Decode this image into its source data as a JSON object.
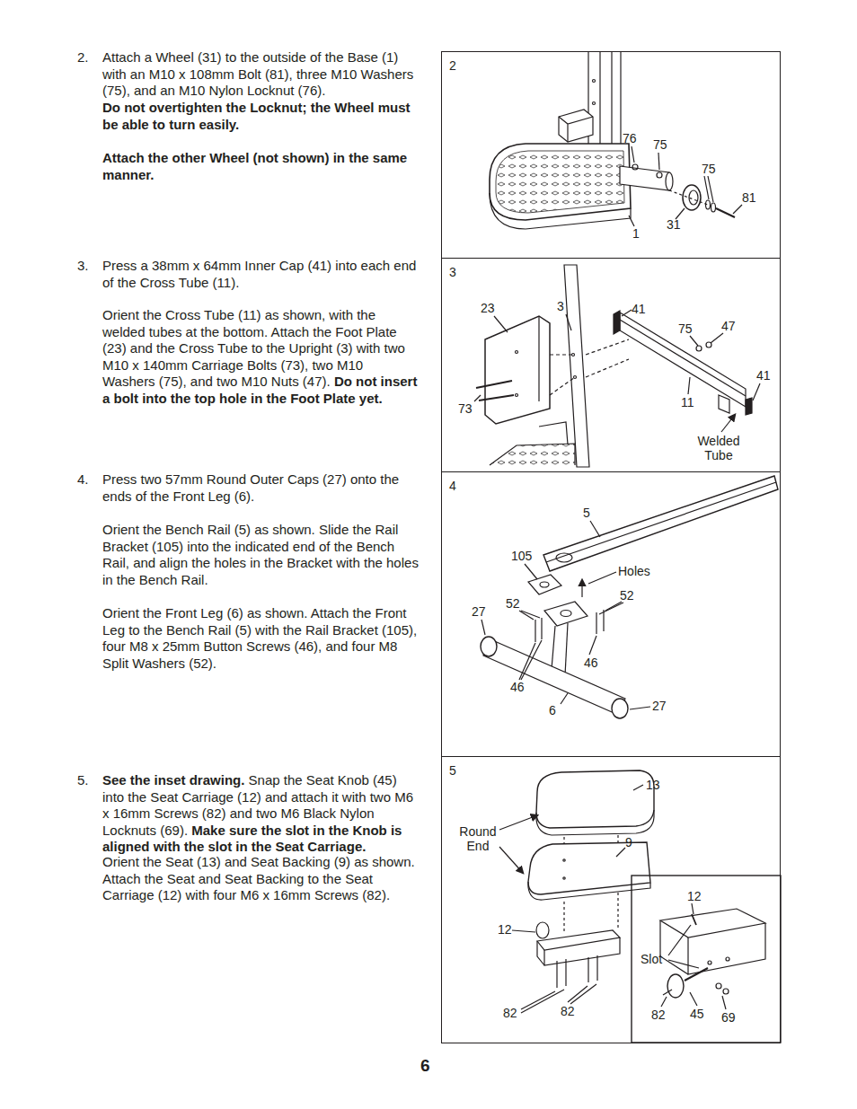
{
  "diagram": {
    "nodes": [
      {
        "text": [
          "2"
        ]
      },
      {
        "text": [
          "3"
        ]
      },
      {
        "text": [
          "4"
        ]
      },
      {
        "text": [
          "5"
        ]
      }
    ],
    "labels": [
      "2.",
      "Attach a Wheel (31) to the outside of the Base (1) with an M10 x 108mm Bolt (81), three M10 Washers (75), and an M10 Nylon Locknut (76).",
      "Do not overtighten the Locknut; the Wheel must be able to turn easily.",
      "Attach the other Wheel (not shown) in the same manner.",
      "3.",
      "Press a 38mm x 64mm Inner Cap (41) into each end of the Cross Tube (11).",
      "Orient the Cross Tube (11) as shown, with the welded tubes at the bottom. Attach the Foot Plate (23) and the Cross Tube to the Upright (3) with two M10 x 140mm Carriage Bolts (73), two M10 Washers (75), and two M10 Nuts (47).",
      "Do not insert a bolt into the top hole in the Foot Plate yet.",
      "4.",
      "Press two 57mm Round Outer Caps (27) onto the ends of the Front Leg (6).",
      "Orient the Bench Rail (5) as shown. Slide the Rail Bracket (105) into the indicated end of the Bench Rail, and align the holes in the Bracket with the holes in the Bench Rail.",
      "Orient the Front Leg (6) as shown. Attach the Front Leg to the Bench Rail (5) with the Rail Bracket (105), four M8 x 25mm Button Screws (46), and four M8 Split Washers (52).",
      "5.",
      "See the inset drawing.",
      "Snap the Seat Knob (45) into the Seat Carriage (12) and attach it with two M6 x 16mm Screws (82) and two M6 Black Nylon Locknuts (69).",
      "Make sure the slot in the Knob is aligned with the slot in the Seat Carriage.",
      "Orient the Seat (13) and Seat Backing (9) as shown. Attach the Seat and Seat Backing to the Seat Carriage (12) with four M6 x 16mm Screws (82).",
      "76",
      "75",
      "75",
      "81",
      "31",
      "1",
      "23",
      "3",
      "41",
      "75",
      "47",
      "41",
      "73",
      "11",
      "Welded Tube",
      "5",
      "105",
      "Holes",
      "52",
      "52",
      "27",
      "46",
      "46",
      "6",
      "27",
      "13",
      "Round End",
      "9",
      "12",
      "82",
      "82",
      "12",
      "Slot",
      "82",
      "45",
      "69",
      "6"
    ]
  }
}
